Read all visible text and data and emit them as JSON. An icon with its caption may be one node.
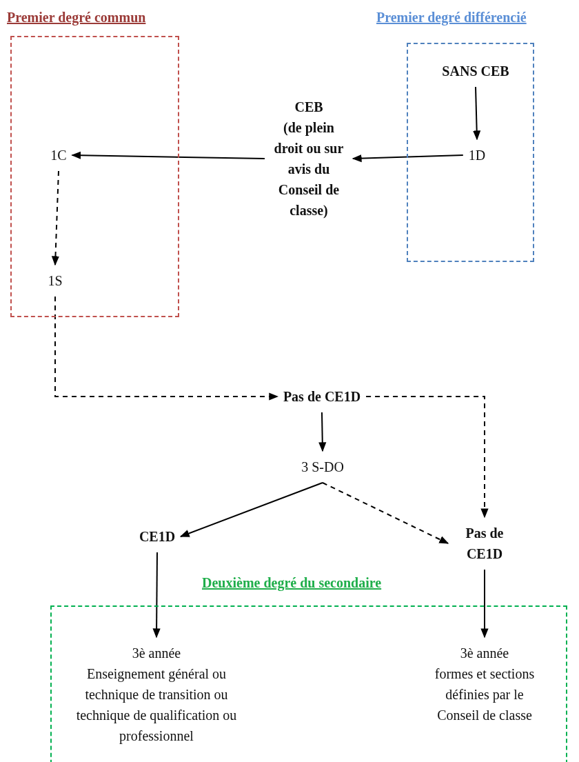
{
  "diagram": {
    "nodes": [
      {
        "text": [
          "Premier degré commun"
        ]
      },
      {
        "text": [
          "1C"
        ],
        "in": 0
      },
      {
        "text": [
          "1S"
        ],
        "in": 0
      },
      {
        "text": [
          "Premier degré différencié"
        ]
      },
      {
        "text": [
          "SANS CEB"
        ],
        "in": 3
      },
      {
        "text": [
          "1D"
        ],
        "in": 3
      },
      {
        "text": [
          "CEB",
          "(de plein droit ou sur avis du Conseil de classe)"
        ]
      },
      {
        "text": [
          "Pas de CE1D"
        ]
      },
      {
        "text": [
          "3 S-DO"
        ]
      },
      {
        "text": [
          "CE1D"
        ]
      },
      {
        "text": [
          "Pas de CE1D"
        ]
      },
      {
        "text": [
          "Deuxième degré du secondaire"
        ]
      },
      {
        "text": [
          "3è année",
          "Enseignement général ou technique de transition ou technique de qualification ou professionnel"
        ],
        "in": 11
      },
      {
        "text": [
          "3è année",
          "formes et sections définies par le Conseil de classe"
        ],
        "in": 11
      }
    ],
    "edges": [
      {
        "from": 4,
        "to": 5,
        "arrow": "to"
      },
      {
        "from": 5,
        "to": 6,
        "arrow": "to"
      },
      {
        "from": 6,
        "to": 1,
        "arrow": "to"
      },
      {
        "from": 1,
        "to": 2,
        "arrow": "to",
        "style": "dashed"
      },
      {
        "from": 2,
        "to": 7,
        "arrow": "to",
        "style": "dashed"
      },
      {
        "from": 7,
        "to": 10,
        "arrow": "to",
        "style": "dashed"
      },
      {
        "from": 7,
        "to": 8,
        "arrow": "to"
      },
      {
        "from": 8,
        "to": 9,
        "arrow": "to"
      },
      {
        "from": 8,
        "to": 10,
        "arrow": "to",
        "style": "dashed"
      },
      {
        "from": 9,
        "to": 12,
        "arrow": "to"
      },
      {
        "from": 10,
        "to": 13,
        "arrow": "to"
      }
    ]
  }
}
